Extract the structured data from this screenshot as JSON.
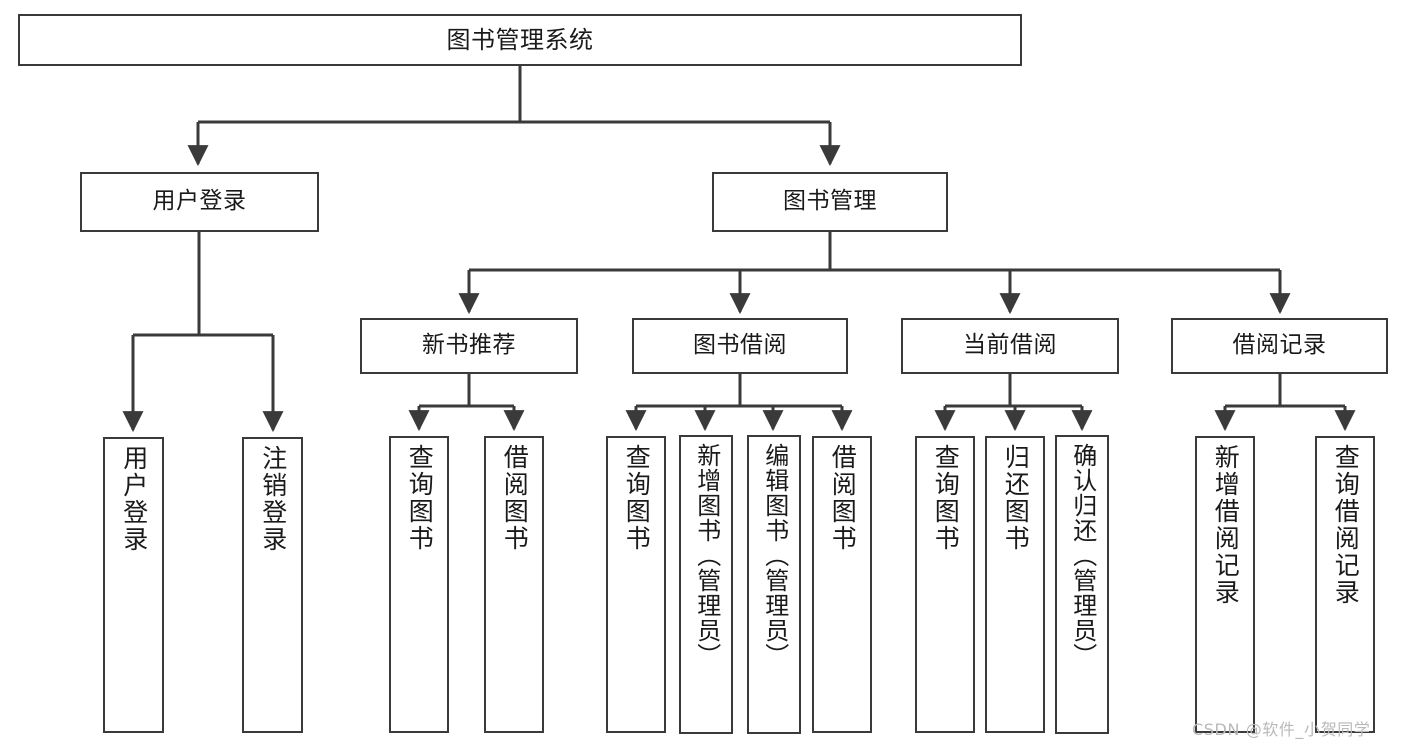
{
  "diagram": {
    "title": "图书管理系统",
    "type": "tree",
    "watermark": "CSDN @软件_小贺同学",
    "colors": {
      "stroke": "#3a3a3a",
      "fill": "#ffffff",
      "text": "#1a1a1a",
      "watermark": "#b9b9b9"
    },
    "nodes": {
      "root": {
        "label": "图书管理系统",
        "level": 0,
        "orientation": "horizontal"
      },
      "user_login": {
        "label": "用户登录",
        "level": 1,
        "orientation": "horizontal"
      },
      "book_manage": {
        "label": "图书管理",
        "level": 1,
        "orientation": "horizontal"
      },
      "new_book_rec": {
        "label": "新书推荐",
        "level": 2,
        "orientation": "horizontal"
      },
      "book_borrow": {
        "label": "图书借阅",
        "level": 2,
        "orientation": "horizontal"
      },
      "current_borrow": {
        "label": "当前借阅",
        "level": 2,
        "orientation": "horizontal"
      },
      "borrow_record": {
        "label": "借阅记录",
        "level": 2,
        "orientation": "horizontal"
      },
      "leaf_user_login": {
        "label": "用户登录",
        "level": 2,
        "orientation": "vertical"
      },
      "leaf_logout": {
        "label": "注销登录",
        "level": 2,
        "orientation": "vertical"
      },
      "leaf_rec_query": {
        "label": "查询图书",
        "level": 3,
        "orientation": "vertical"
      },
      "leaf_rec_borrow": {
        "label": "借阅图书",
        "level": 3,
        "orientation": "vertical"
      },
      "leaf_borrow_query": {
        "label": "查询图书",
        "level": 3,
        "orientation": "vertical"
      },
      "leaf_add_book": {
        "label": "新增图书（管理员）",
        "level": 3,
        "orientation": "vertical"
      },
      "leaf_edit_book": {
        "label": "编辑图书（管理员）",
        "level": 3,
        "orientation": "vertical"
      },
      "leaf_borrow_book": {
        "label": "借阅图书",
        "level": 3,
        "orientation": "vertical"
      },
      "leaf_cur_query": {
        "label": "查询图书",
        "level": 3,
        "orientation": "vertical"
      },
      "leaf_return_book": {
        "label": "归还图书",
        "level": 3,
        "orientation": "vertical"
      },
      "leaf_confirm_return": {
        "label": "确认归还（管理员）",
        "level": 3,
        "orientation": "vertical"
      },
      "leaf_add_record": {
        "label": "新增借阅记录",
        "level": 3,
        "orientation": "vertical"
      },
      "leaf_query_record": {
        "label": "查询借阅记录",
        "level": 3,
        "orientation": "vertical"
      }
    }
  }
}
